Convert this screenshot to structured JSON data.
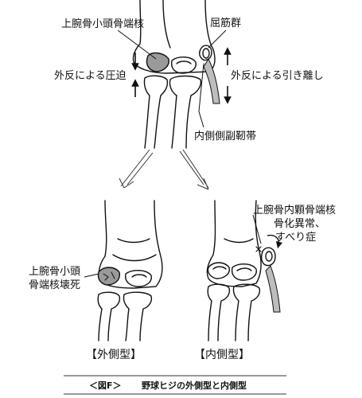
{
  "labels": {
    "top_capitellum": "上腕骨小頭骨端核",
    "top_flexors": "屈筋群",
    "top_valgus_compression": "外反による圧迫",
    "top_valgus_traction": "外反による引き離し",
    "top_mcl": "内側側副靭帯",
    "lat_label_line1": "上腕骨小頭",
    "lat_label_line2": "骨端核壊死",
    "med_label_line1": "上腕骨内顆骨端核",
    "med_label_line2": "骨化異常、",
    "med_label_line3": "すべり症"
  },
  "types": {
    "lateral": "【外側型】",
    "medial": "【内側型】"
  },
  "caption": {
    "figure": "＜図F＞",
    "title": "野球ヒジの外側型と内側型"
  }
}
